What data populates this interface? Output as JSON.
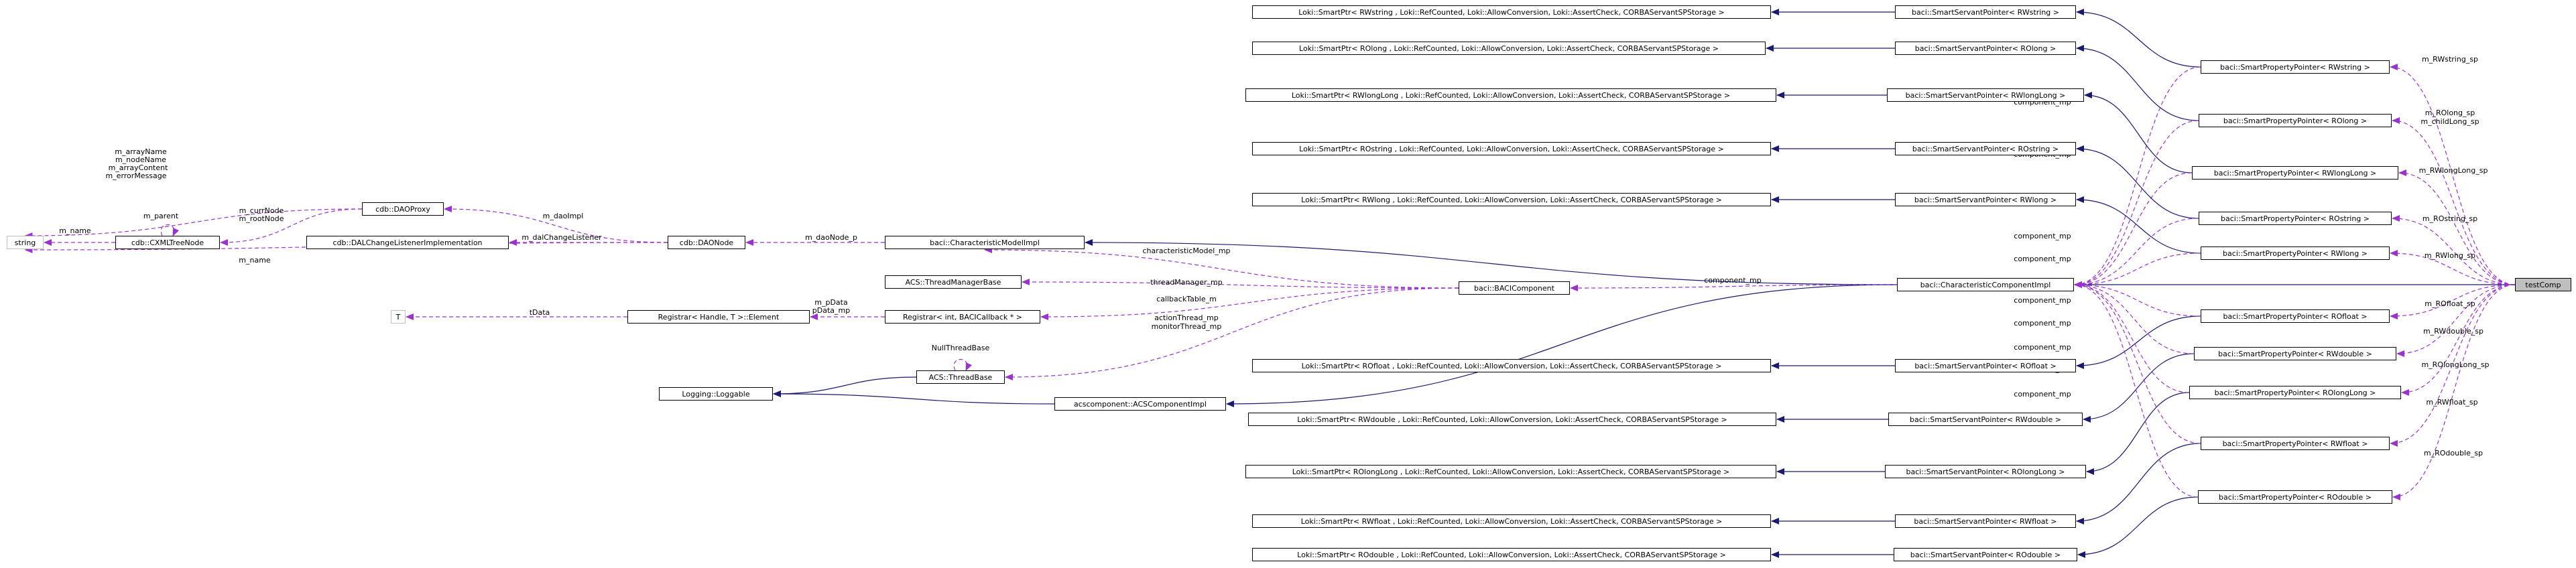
{
  "diagram": {
    "colors": {
      "inherit": "#191970",
      "usage": "#9a32cd",
      "border": "#000000",
      "muted_border": "#bfbfbf",
      "main_fill": "#bfbfbf"
    },
    "nodes": [
      {
        "id": "string",
        "label": "string"
      },
      {
        "id": "cxml",
        "label": "cdb::CXMLTreeNode"
      },
      {
        "id": "daoproxy",
        "label": "cdb::DAOProxy"
      },
      {
        "id": "dalcl",
        "label": "cdb::DALChangeListenerImplementation"
      },
      {
        "id": "daonode",
        "label": "cdb::DAONode"
      },
      {
        "id": "cmi",
        "label": "baci::CharacteristicModelImpl"
      },
      {
        "id": "tm",
        "label": "ACS::ThreadManagerBase"
      },
      {
        "id": "T",
        "label": "T"
      },
      {
        "id": "regel",
        "label": "Registrar< Handle, T >::Element"
      },
      {
        "id": "regcb",
        "label": "Registrar< int, BACICallback * >"
      },
      {
        "id": "logg",
        "label": "Logging::Loggable"
      },
      {
        "id": "tb",
        "label": "ACS::ThreadBase"
      },
      {
        "id": "bacicomp",
        "label": "baci::BACIComponent"
      },
      {
        "id": "acsci",
        "label": "acscomponent::ACSComponentImpl"
      },
      {
        "id": "cci",
        "label": "baci::CharacteristicComponentImpl"
      },
      {
        "id": "test",
        "label": "testComp"
      },
      {
        "id": "lk_rstring",
        "label": "Loki::SmartPtr< RWstring , Loki::RefCounted, Loki::AllowConversion, Loki::AssertCheck, CORBAServantSPStorage >"
      },
      {
        "id": "lk_rolong",
        "label": "Loki::SmartPtr< ROlong , Loki::RefCounted, Loki::AllowConversion, Loki::AssertCheck, CORBAServantSPStorage >"
      },
      {
        "id": "lk_rwlonglong",
        "label": "Loki::SmartPtr< RWlongLong , Loki::RefCounted, Loki::AllowConversion, Loki::AssertCheck, CORBAServantSPStorage >"
      },
      {
        "id": "lk_rostring",
        "label": "Loki::SmartPtr< ROstring , Loki::RefCounted, Loki::AllowConversion, Loki::AssertCheck, CORBAServantSPStorage >"
      },
      {
        "id": "lk_rwlong",
        "label": "Loki::SmartPtr< RWlong , Loki::RefCounted, Loki::AllowConversion, Loki::AssertCheck, CORBAServantSPStorage >"
      },
      {
        "id": "lk_rofloat",
        "label": "Loki::SmartPtr< ROfloat , Loki::RefCounted, Loki::AllowConversion, Loki::AssertCheck, CORBAServantSPStorage >"
      },
      {
        "id": "lk_rwdouble",
        "label": "Loki::SmartPtr< RWdouble , Loki::RefCounted, Loki::AllowConversion, Loki::AssertCheck, CORBAServantSPStorage >"
      },
      {
        "id": "lk_rolonglong",
        "label": "Loki::SmartPtr< ROlongLong , Loki::RefCounted, Loki::AllowConversion, Loki::AssertCheck, CORBAServantSPStorage >"
      },
      {
        "id": "lk_rwfloat",
        "label": "Loki::SmartPtr< RWfloat , Loki::RefCounted, Loki::AllowConversion, Loki::AssertCheck, CORBAServantSPStorage >"
      },
      {
        "id": "lk_rodouble",
        "label": "Loki::SmartPtr< ROdouble , Loki::RefCounted, Loki::AllowConversion, Loki::AssertCheck, CORBAServantSPStorage >"
      },
      {
        "id": "ssp_rwstring",
        "label": "baci::SmartServantPointer< RWstring >"
      },
      {
        "id": "ssp_rolong",
        "label": "baci::SmartServantPointer< ROlong >"
      },
      {
        "id": "ssp_rwlonglong",
        "label": "baci::SmartServantPointer< RWlongLong >"
      },
      {
        "id": "ssp_rostring",
        "label": "baci::SmartServantPointer< ROstring >"
      },
      {
        "id": "ssp_rwlong",
        "label": "baci::SmartServantPointer< RWlong >"
      },
      {
        "id": "ssp_rofloat",
        "label": "baci::SmartServantPointer< ROfloat >"
      },
      {
        "id": "ssp_rwdouble",
        "label": "baci::SmartServantPointer< RWdouble >"
      },
      {
        "id": "ssp_rolonglong",
        "label": "baci::SmartServantPointer< ROlongLong >"
      },
      {
        "id": "ssp_rwfloat",
        "label": "baci::SmartServantPointer< RWfloat >"
      },
      {
        "id": "ssp_rodouble",
        "label": "baci::SmartServantPointer< ROdouble >"
      },
      {
        "id": "spp_rwstring",
        "label": "baci::SmartPropertyPointer< RWstring >"
      },
      {
        "id": "spp_rolong",
        "label": "baci::SmartPropertyPointer< ROlong >"
      },
      {
        "id": "spp_rwlonglong",
        "label": "baci::SmartPropertyPointer< RWlongLong >"
      },
      {
        "id": "spp_rostring",
        "label": "baci::SmartPropertyPointer< ROstring >"
      },
      {
        "id": "spp_rwlong",
        "label": "baci::SmartPropertyPointer< RWlong >"
      },
      {
        "id": "spp_rofloat",
        "label": "baci::SmartPropertyPointer< ROfloat >"
      },
      {
        "id": "spp_rwdouble",
        "label": "baci::SmartPropertyPointer< RWdouble >"
      },
      {
        "id": "spp_rolonglong",
        "label": "baci::SmartPropertyPointer< ROlongLong >"
      },
      {
        "id": "spp_rwfloat",
        "label": "baci::SmartPropertyPointer< RWfloat >"
      },
      {
        "id": "spp_rodouble",
        "label": "baci::SmartPropertyPointer< ROdouble >"
      }
    ],
    "edge_labels": {
      "m_arrayName": "m_arrayName",
      "m_nodeName": "m_nodeName",
      "m_arrayContent": "m_arrayContent",
      "m_errorMessage": "m_errorMessage",
      "m_parent": "m_parent",
      "m_name_1": "m_name",
      "m_name_2": "m_name",
      "m_currNode": "m_currNode",
      "m_rootNode": "m_rootNode",
      "m_daoImpl": "m_daoImpl",
      "m_dalChangeListener": "m_dalChangeListener",
      "m_daoNode_p": "m_daoNode_p",
      "characteristicModel_mp": "characteristicModel_mp",
      "threadManager_mp": "threadManager_mp",
      "callbackTable_m": "callbackTable_m",
      "m_pData": "m_pData",
      "pData_mp": "pData_mp",
      "tData": "tData",
      "NullThreadBase": "NullThreadBase",
      "actionThread_mp": "actionThread_mp",
      "monitorThread_mp": "monitorThread_mp",
      "component_mp_main": "component_mp",
      "cmp1": "component_mp",
      "cmp2": "component_mp",
      "cmp3": "component_mp",
      "cmp4": "component_mp",
      "cmp5": "component_mp",
      "cmp6": "component_mp",
      "cmp7": "component_mp",
      "cmp8": "component_mp",
      "cmp9": "component_mp",
      "cmp10": "component_mp",
      "m_RWstring_sp": "m_RWstring_sp",
      "m_ROlong_sp": "m_ROlong_sp",
      "m_childLong_sp": "m_childLong_sp",
      "m_RWlongLong_sp": "m_RWlongLong_sp",
      "m_ROstring_sp": "m_ROstring_sp",
      "m_RWlong_sp": "m_RWlong_sp",
      "m_ROfloat_sp": "m_ROfloat_sp",
      "m_RWdouble_sp": "m_RWdouble_sp",
      "m_ROlongLong_sp": "m_ROlongLong_sp",
      "m_RWfloat_sp": "m_RWfloat_sp",
      "m_ROdouble_sp": "m_ROdouble_sp"
    }
  }
}
